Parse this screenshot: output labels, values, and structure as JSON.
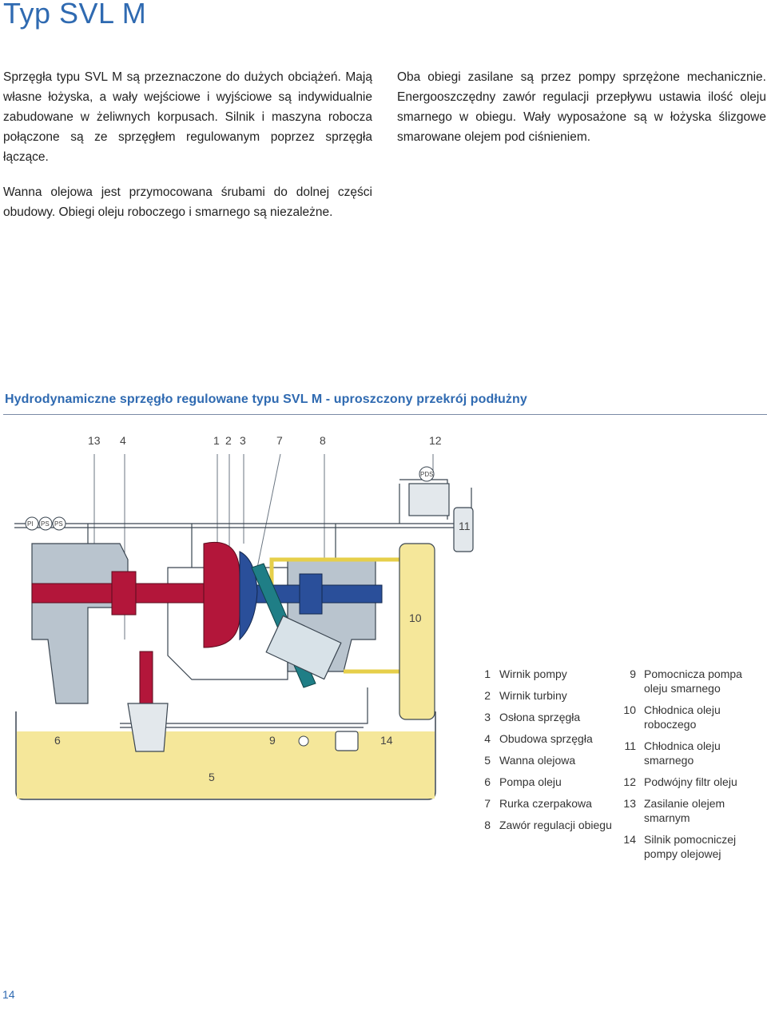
{
  "page": {
    "title": "Typ SVL M",
    "page_number": "14"
  },
  "paragraphs": {
    "p1": "Sprzęgła typu SVL M są przeznaczone do dużych obciążeń. Mają własne łożyska, a wały wejściowe i wyjściowe są indywidualnie zabudowane w żeliwnych korpusach. Silnik i maszyna robocza połączone są ze sprzęgłem regulowanym poprzez sprzęgła łączące.",
    "p2": "Oba obiegi zasilane są przez pompy sprzężone mechanicznie. Energooszczędny zawór regulacji przepływu ustawia ilość oleju smarnego w obiegu. Wały wyposażone są w łożyska ślizgowe smarowane olejem pod ciśnieniem.",
    "p3": "Wanna olejowa jest przymocowana śrubami do dolnej części obudowy. Obiegi oleju roboczego i smarnego są niezależne."
  },
  "diagram": {
    "title": "Hydrodynamiczne sprzęgło regulowane typu SVL M - uproszczony przekrój podłużny",
    "top_callouts": [
      "13",
      "4",
      "1",
      "2",
      "3",
      "7",
      "8",
      "12"
    ],
    "side_callouts": {
      "c11": "11",
      "c10": "10",
      "c6": "6",
      "c9": "9",
      "c14": "14",
      "c5": "5"
    },
    "gauges": {
      "pi": "PI",
      "ps1": "PS",
      "ps2": "PS",
      "pds": "PDS"
    },
    "colors": {
      "red": "#b3163a",
      "blue": "#2a4f9a",
      "teal": "#1f7e86",
      "yellow_oil": "#f5e79a",
      "housing": "#b9c4ce",
      "outline": "#3a4550"
    }
  },
  "legend": {
    "left": [
      {
        "num": "1",
        "label": "Wirnik pompy"
      },
      {
        "num": "2",
        "label": "Wirnik turbiny"
      },
      {
        "num": "3",
        "label": "Osłona sprzęgła"
      },
      {
        "num": "4",
        "label": "Obudowa sprzęgła"
      },
      {
        "num": "5",
        "label": "Wanna olejowa"
      },
      {
        "num": "6",
        "label": "Pompa oleju"
      },
      {
        "num": "7",
        "label": "Rurka czerpakowa"
      },
      {
        "num": "8",
        "label": "Zawór regulacji obiegu"
      }
    ],
    "right": [
      {
        "num": "9",
        "l1": "Pomocnicza pompa",
        "l2": "oleju smarnego"
      },
      {
        "num": "10",
        "l1": "Chłodnica oleju",
        "l2": "roboczego"
      },
      {
        "num": "11",
        "l1": "Chłodnica oleju",
        "l2": "smarnego"
      },
      {
        "num": "12",
        "l1": "Podwójny filtr oleju",
        "l2": ""
      },
      {
        "num": "13",
        "l1": "Zasilanie olejem",
        "l2": "smarnym"
      },
      {
        "num": "14",
        "l1": "Silnik pomocniczej",
        "l2": "pompy olejowej"
      }
    ]
  }
}
